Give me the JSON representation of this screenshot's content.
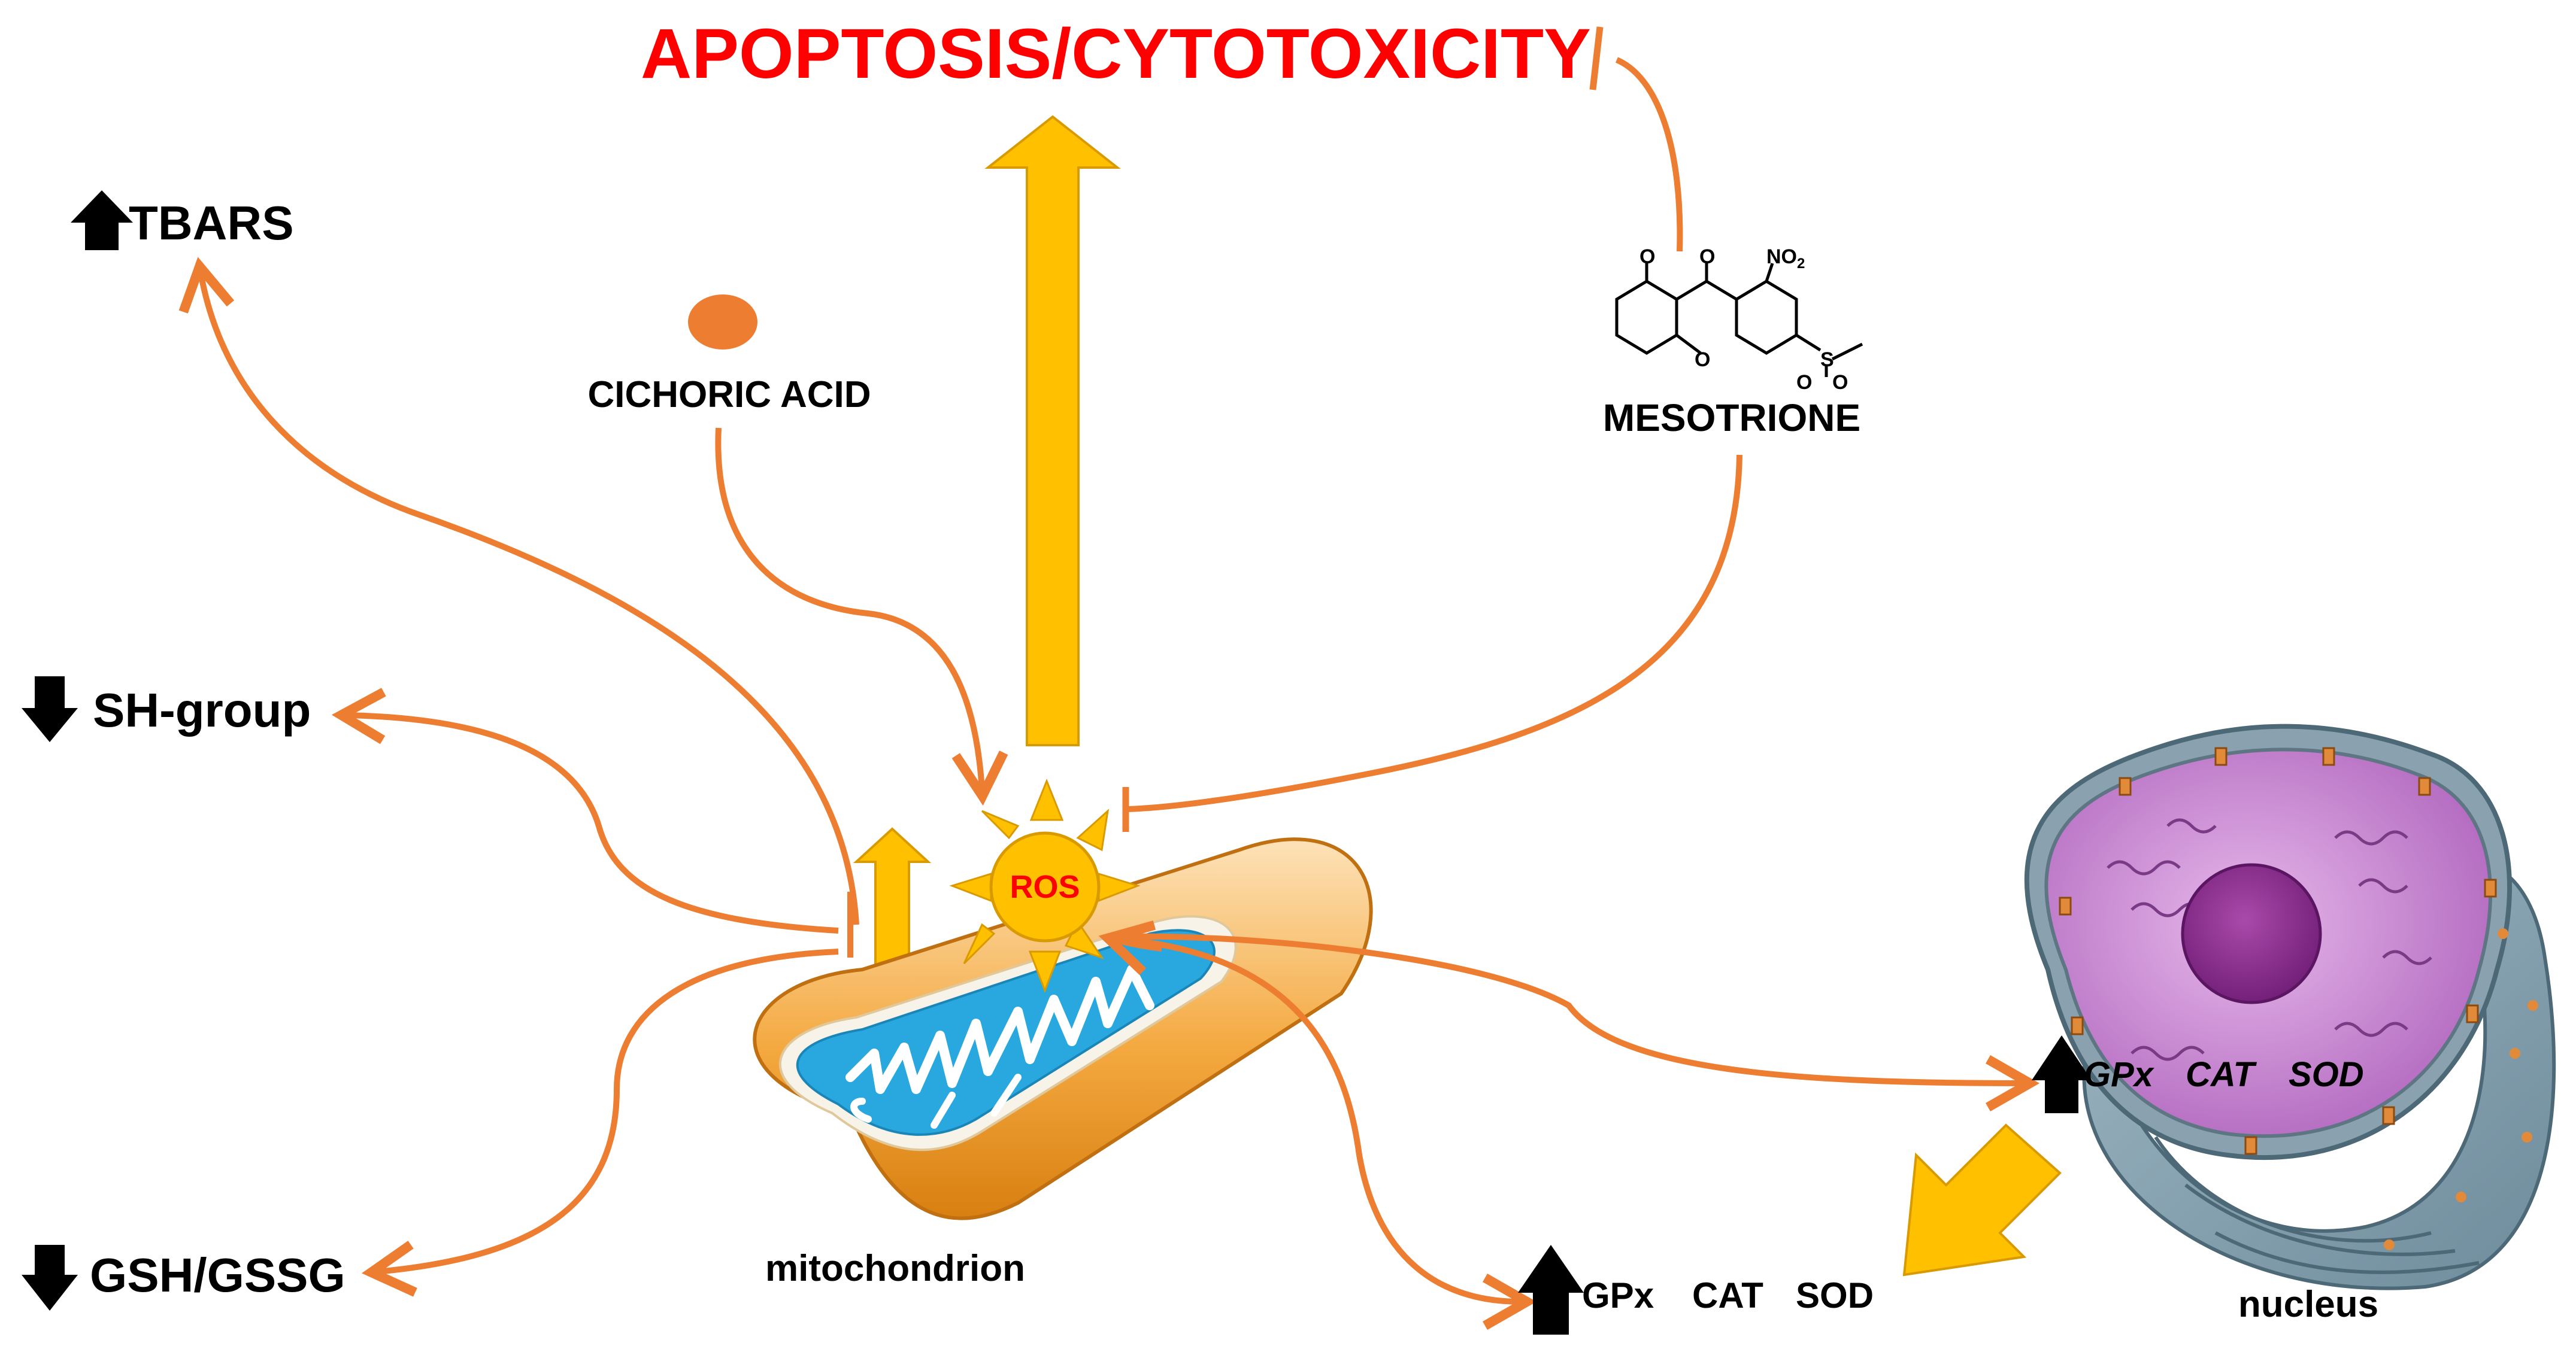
{
  "title": "APOPTOSIS/CYTOTOXICITY",
  "labels": {
    "tbars": "TBARS",
    "sh_group": "SH-group",
    "gsh_gssg": "GSH/GSSG",
    "cichoric_acid": "CICHORIC ACID",
    "mesotrione": "MESOTRIONE",
    "ros": "ROS",
    "mitochondrion": "mitochondrion",
    "nucleus": "nucleus"
  },
  "molecule_atoms": {
    "o1": "O",
    "o2": "O",
    "o3": "O",
    "no2": "NO",
    "no2_sub": "2",
    "s": "S",
    "so1": "O",
    "so2": "O"
  },
  "enzymes_nucleus": [
    "GPx",
    "CAT",
    "SOD"
  ],
  "enzymes_bottom": [
    "GPx",
    "CAT",
    "SOD"
  ],
  "indicators": {
    "tbars": "up",
    "sh_group": "down",
    "gsh_gssg": "down",
    "enzymes_nucleus": "up",
    "enzymes_bottom": "up"
  },
  "colors": {
    "title": "#ff0000",
    "arrow_orange": "#ed7d31",
    "ros_fill": "#ffc000",
    "ros_text": "#ff0000",
    "big_arrow": "#ffc000",
    "mito_outer": "#f0a030",
    "mito_cristae": "#29a8e0",
    "nucleus_inner": "#c77dd0",
    "nucleolus": "#8e2a8e",
    "envelope": "#6b8a9a",
    "text": "#000000"
  }
}
